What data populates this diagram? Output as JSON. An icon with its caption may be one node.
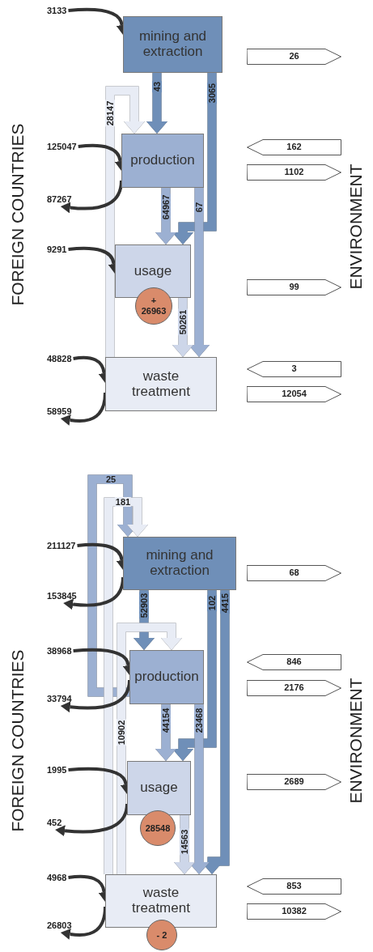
{
  "diagram": {
    "nodes": [
      {
        "text": [
          "3133"
        ]
      },
      {
        "text": [
          "mining and extraction"
        ]
      },
      {
        "text": [
          "26"
        ]
      },
      {
        "text": [
          "125047"
        ]
      },
      {
        "text": [
          "production"
        ]
      },
      {
        "text": [
          "162"
        ]
      },
      {
        "text": [
          "1102"
        ]
      },
      {
        "text": [
          "87267"
        ]
      },
      {
        "text": [
          "9291"
        ]
      },
      {
        "text": [
          "usage"
        ]
      },
      {
        "text": [
          "+ 26963"
        ]
      },
      {
        "text": [
          "99"
        ]
      },
      {
        "text": [
          "48828"
        ]
      },
      {
        "text": [
          "waste treatment"
        ]
      },
      {
        "text": [
          "3"
        ]
      },
      {
        "text": [
          "12054"
        ]
      },
      {
        "text": [
          "58959"
        ]
      },
      {
        "text": [
          "211127"
        ]
      },
      {
        "text": [
          "mining and extraction"
        ]
      },
      {
        "text": [
          "68"
        ]
      },
      {
        "text": [
          "153845"
        ]
      },
      {
        "text": [
          "38968"
        ]
      },
      {
        "text": [
          "production"
        ]
      },
      {
        "text": [
          "846"
        ]
      },
      {
        "text": [
          "2176"
        ]
      },
      {
        "text": [
          "33794"
        ]
      },
      {
        "text": [
          "1995"
        ]
      },
      {
        "text": [
          "usage"
        ]
      },
      {
        "text": [
          "2689"
        ]
      },
      {
        "text": [
          "28548"
        ]
      },
      {
        "text": [
          "452"
        ]
      },
      {
        "text": [
          "4968"
        ]
      },
      {
        "text": [
          "waste treatment"
        ]
      },
      {
        "text": [
          "853"
        ]
      },
      {
        "text": [
          "10382"
        ]
      },
      {
        "text": [
          "26803"
        ]
      },
      {
        "text": [
          "- 2"
        ]
      }
    ],
    "edges": [
      {
        "from": 0,
        "to": 1,
        "arrow": "to",
        "color": "#333333"
      },
      {
        "from": 1,
        "to": 4,
        "arrow": "to",
        "label": "43",
        "color": "#6f8fb8"
      },
      {
        "from": 1,
        "to": 9,
        "arrow": "to",
        "label": "3065",
        "color": "#6f8fb8"
      },
      {
        "from": 13,
        "to": 4,
        "arrow": "to",
        "label": "28147",
        "color": "#e8ecf5"
      },
      {
        "from": 3,
        "to": 4,
        "arrow": "to",
        "color": "#333333"
      },
      {
        "from": 4,
        "to": 7,
        "arrow": "to",
        "color": "#333333"
      },
      {
        "from": 4,
        "to": 9,
        "arrow": "to",
        "label": "64967",
        "color": "#9cb0d2"
      },
      {
        "from": 4,
        "to": 13,
        "arrow": "to",
        "label": "67",
        "color": "#9cb0d2"
      },
      {
        "from": 8,
        "to": 9,
        "arrow": "to",
        "color": "#333333"
      },
      {
        "from": 9,
        "to": 13,
        "arrow": "to",
        "label": "50261",
        "color": "#cdd6e9"
      },
      {
        "from": 12,
        "to": 13,
        "arrow": "to",
        "color": "#333333"
      },
      {
        "from": 13,
        "to": 16,
        "arrow": "to",
        "color": "#333333"
      },
      {
        "from": 17,
        "to": 18,
        "arrow": "to",
        "color": "#333333"
      },
      {
        "from": 18,
        "to": 20,
        "arrow": "to",
        "color": "#333333"
      },
      {
        "from": 22,
        "to": 18,
        "arrow": "to",
        "label": "25",
        "color": "#9cb0d2"
      },
      {
        "from": 32,
        "to": 18,
        "arrow": "to",
        "label": "181",
        "color": "#e8ecf5"
      },
      {
        "from": 18,
        "to": 22,
        "arrow": "to",
        "label": "52903",
        "color": "#6f8fb8"
      },
      {
        "from": 18,
        "to": 27,
        "arrow": "to",
        "label": "102",
        "color": "#6f8fb8"
      },
      {
        "from": 18,
        "to": 32,
        "arrow": "to",
        "label": "4415",
        "color": "#6f8fb8"
      },
      {
        "from": 32,
        "to": 22,
        "arrow": "to",
        "label": "10902",
        "color": "#e8ecf5"
      },
      {
        "from": 21,
        "to": 22,
        "arrow": "to",
        "color": "#333333"
      },
      {
        "from": 22,
        "to": 25,
        "arrow": "to",
        "color": "#333333"
      },
      {
        "from": 22,
        "to": 27,
        "arrow": "to",
        "label": "44154",
        "color": "#9cb0d2"
      },
      {
        "from": 22,
        "to": 32,
        "arrow": "to",
        "label": "23468",
        "color": "#9cb0d2"
      },
      {
        "from": 26,
        "to": 27,
        "arrow": "to",
        "color": "#333333"
      },
      {
        "from": 27,
        "to": 30,
        "arrow": "to",
        "color": "#333333"
      },
      {
        "from": 27,
        "to": 32,
        "arrow": "to",
        "label": "14563",
        "color": "#cdd6e9"
      },
      {
        "from": 31,
        "to": 32,
        "arrow": "to",
        "color": "#333333"
      },
      {
        "from": 32,
        "to": 35,
        "arrow": "to",
        "color": "#333333"
      }
    ],
    "labels": [
      "FOREIGN COUNTRIES",
      "ENVIRONMENT",
      "FOREIGN COUNTRIES",
      "ENVIRONMENT"
    ]
  }
}
